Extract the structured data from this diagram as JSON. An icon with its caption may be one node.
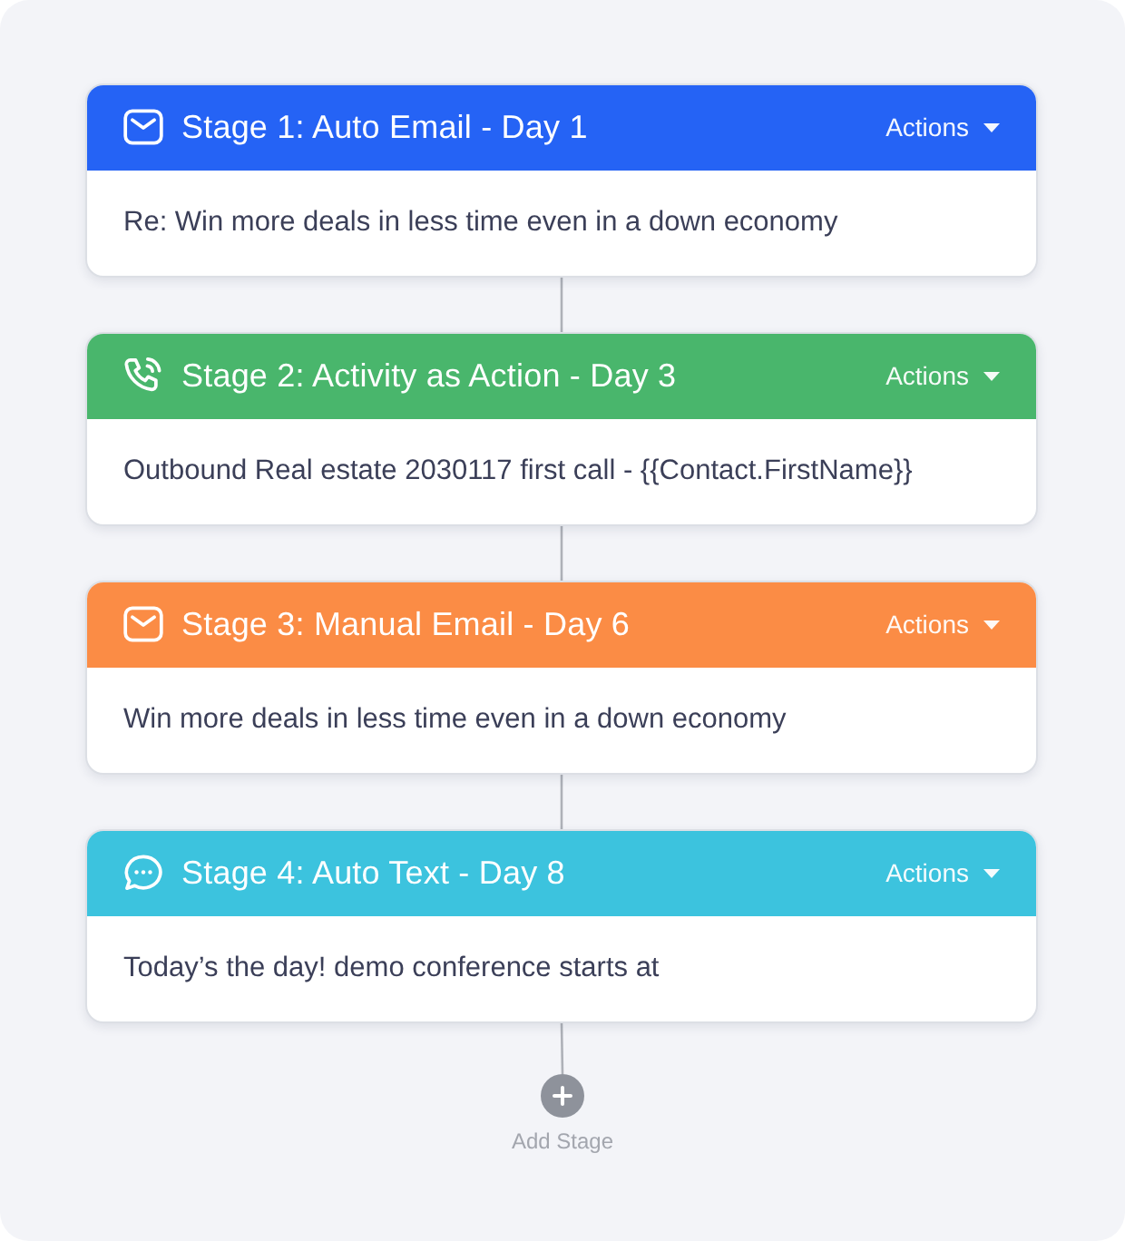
{
  "diagram": {
    "nodes": [
      {
        "text": [
          "Stage 1: Auto Email - Day 1",
          "Actions",
          "Re: Win more deals in less time even in a down economy"
        ]
      },
      {
        "text": [
          "Stage 2: Activity as Action - Day 3",
          "Actions",
          "Outbound Real estate 2030117 first call - {{Contact.FirstName}}"
        ]
      },
      {
        "text": [
          "Stage 3: Manual Email - Day 6",
          "Actions",
          "Win more deals in less time even in a down economy"
        ]
      },
      {
        "text": [
          "Stage 4: Auto Text - Day 8",
          "Actions",
          "Today’s the day! demo conference starts at"
        ]
      },
      {
        "text": [],
        "shape": "circle",
        "beside": [
          "Add Stage"
        ]
      }
    ],
    "edges": [
      {
        "from": 0,
        "to": 1,
        "arrow": "none"
      },
      {
        "from": 1,
        "to": 2,
        "arrow": "none"
      },
      {
        "from": 2,
        "to": 3,
        "arrow": "none"
      },
      {
        "from": 3,
        "to": 4,
        "arrow": "none"
      }
    ]
  }
}
